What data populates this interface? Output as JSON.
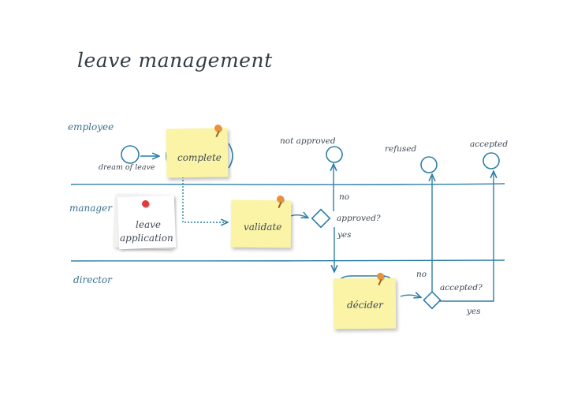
{
  "title": "leave management",
  "lanes": {
    "employee": "employee",
    "manager": "manager",
    "director": "director"
  },
  "events": {
    "start": "dream of leave",
    "not_approved": "not approved",
    "refused": "refused",
    "accepted": "accepted"
  },
  "tasks": {
    "complete": "complete",
    "validate": "validate",
    "decide": "décider"
  },
  "document": {
    "line1": "leave",
    "line2": "application"
  },
  "gateways": {
    "approved": {
      "question": "approved?",
      "no": "no",
      "yes": "yes"
    },
    "accepted": {
      "question": "accepted?",
      "no": "no",
      "yes": "yes"
    }
  },
  "colors": {
    "line": "#2d7fa6",
    "note": "#fbf4a6",
    "pin": "#e8913a"
  }
}
